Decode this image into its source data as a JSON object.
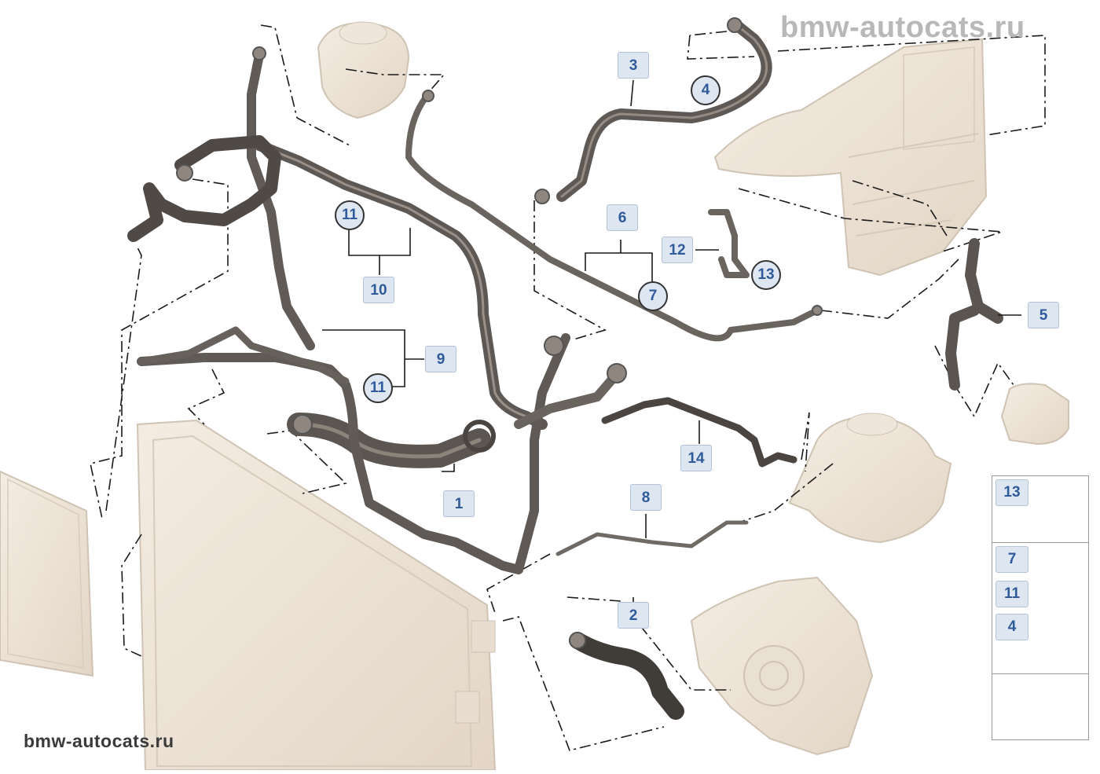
{
  "watermark": {
    "top": "bmw-autocats.ru",
    "bottom": "bmw-autocats.ru"
  },
  "callouts": {
    "c1": "1",
    "c2": "2",
    "c3": "3",
    "c4": "4",
    "c5": "5",
    "c6": "6",
    "c7": "7",
    "c8": "8",
    "c9": "9",
    "c10": "10",
    "c11a": "11",
    "c11b": "11",
    "c12": "12",
    "c13": "13",
    "c14": "14"
  },
  "legend": {
    "screw": "13",
    "clip_a": "7",
    "clip_b": "11",
    "clip_c": "4"
  },
  "colors": {
    "hose": "#6b6660",
    "hose_highlight": "#a09890",
    "component": "#ede3d6",
    "component_edge": "#cfc3b3",
    "callout_bg": "#dde6f1",
    "callout_text": "#2f5b9a"
  }
}
